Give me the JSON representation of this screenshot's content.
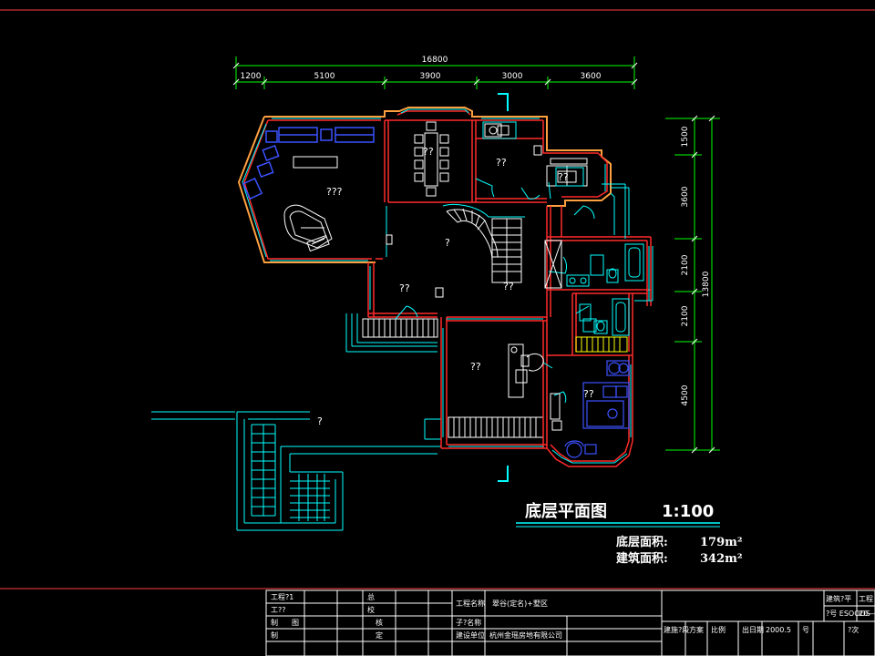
{
  "dimensions": {
    "top_total": "16800",
    "top_segments": [
      "1200",
      "5100",
      "3900",
      "3000",
      "3600"
    ],
    "right_segments": [
      "1500",
      "3600",
      "2100",
      "2100",
      "4500"
    ],
    "right_total": "13800"
  },
  "rooms": {
    "living": "???",
    "dining": "??",
    "kitchen": "??",
    "hall": "??",
    "stair": "??",
    "study": "??",
    "bedroom": "??",
    "stair_bottom": "?",
    "stair_up": "?"
  },
  "title": {
    "name": "底层平面图",
    "scale": "1:100",
    "floor_area_label": "底层面积:",
    "floor_area_value": "179m²",
    "building_area_label": "建筑面积:",
    "building_area_value": "342m²"
  },
  "title_block": {
    "r1c1": "工程?1",
    "r1c3": "总",
    "r2c1": "工??",
    "r2c3": "校",
    "r3c1": "制",
    "r3c2": "图",
    "r3c3": "核",
    "r4c1": "制",
    "r4c3": "定",
    "project_label": "工程名称",
    "project_value": "翠谷(定名)+墅区",
    "sub_label": "子?名称",
    "client_label": "建设单位",
    "client_value": "杭州金瑶房地有限公司",
    "drawing_no": "建筑?平",
    "code": "?号 ESOOOS",
    "eng": "工程",
    "eng_no": "20—",
    "b1": "建施?段",
    "b2": "方案",
    "b3": "比例",
    "b4": "出日期",
    "b5": "2000.5",
    "b6": "号",
    "b7": "?次"
  },
  "colors": {
    "wall_red": "#ff2a2a",
    "cyan": "#00ffff",
    "green": "#00ff00",
    "yellow": "#ffff00",
    "blue": "#3b52ff",
    "white": "#ffffff",
    "orange": "#ffa040"
  }
}
